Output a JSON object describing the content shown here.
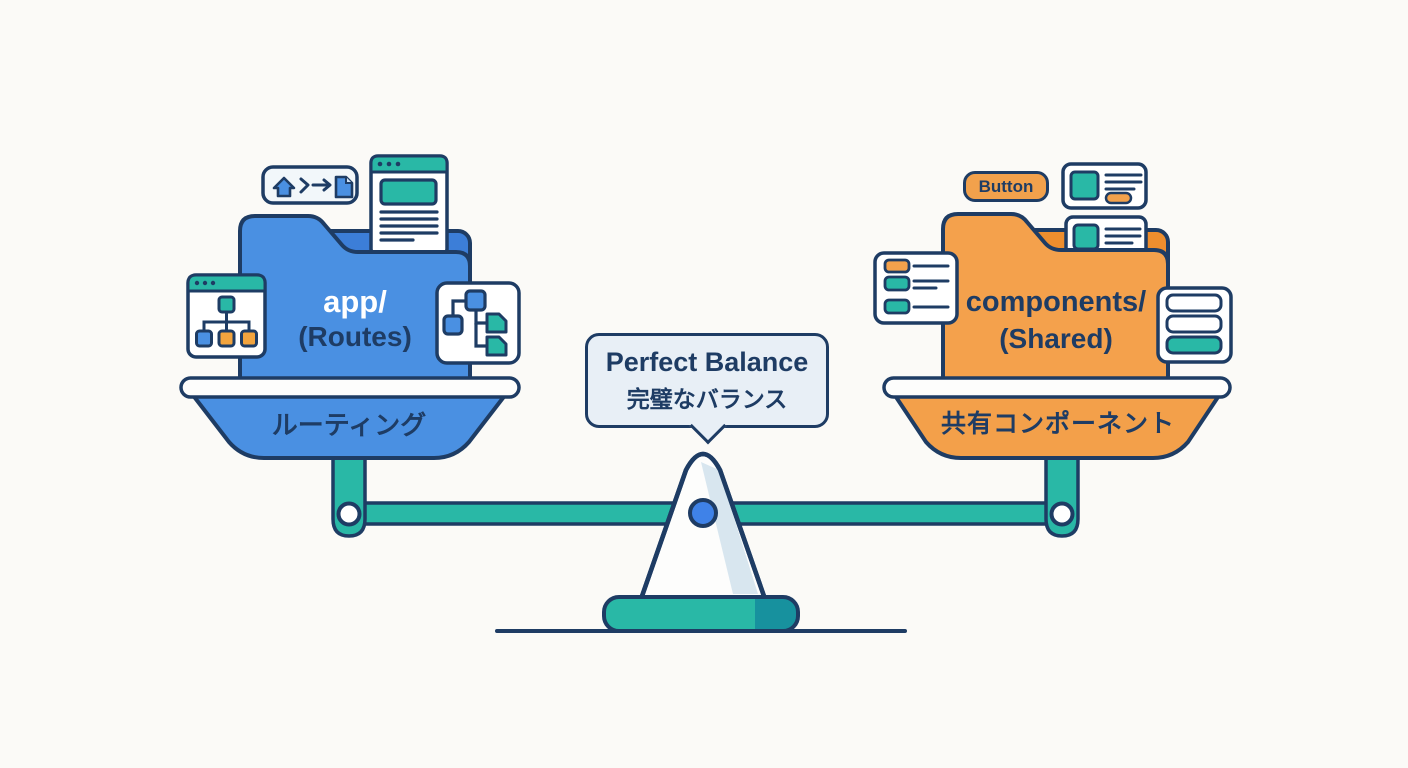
{
  "colors": {
    "background": "#fbfaf7",
    "outline_navy": "#1e3c64",
    "teal": "#29b8a6",
    "teal_dark": "#17919e",
    "blue": "#4a90e2",
    "blue_dark": "#3c7ed8",
    "orange": "#f2a14c",
    "orange_dark": "#ee8e2e",
    "bubble_bg": "#e8eff6",
    "pivot_blue": "#3f82e8"
  },
  "left_side": {
    "folder_line1": "app/",
    "folder_line2": "(Routes)",
    "pan_label": "ルーティング",
    "route_badge_icons": [
      "home-icon",
      "chevron-right-icon",
      "arrow-right-icon",
      "document-icon"
    ],
    "cards": [
      "browser-window-preview",
      "sitemap-tree",
      "flow-diagram"
    ]
  },
  "right_side": {
    "folder_line1": "components/",
    "folder_line2": "(Shared)",
    "pan_label": "共有コンポーネント",
    "button_badge_label": "Button",
    "cards": [
      "component-card",
      "component-card",
      "component-list",
      "stacked-list"
    ]
  },
  "center": {
    "bubble_line1": "Perfect Balance",
    "bubble_line2": "完璧なバランス"
  }
}
